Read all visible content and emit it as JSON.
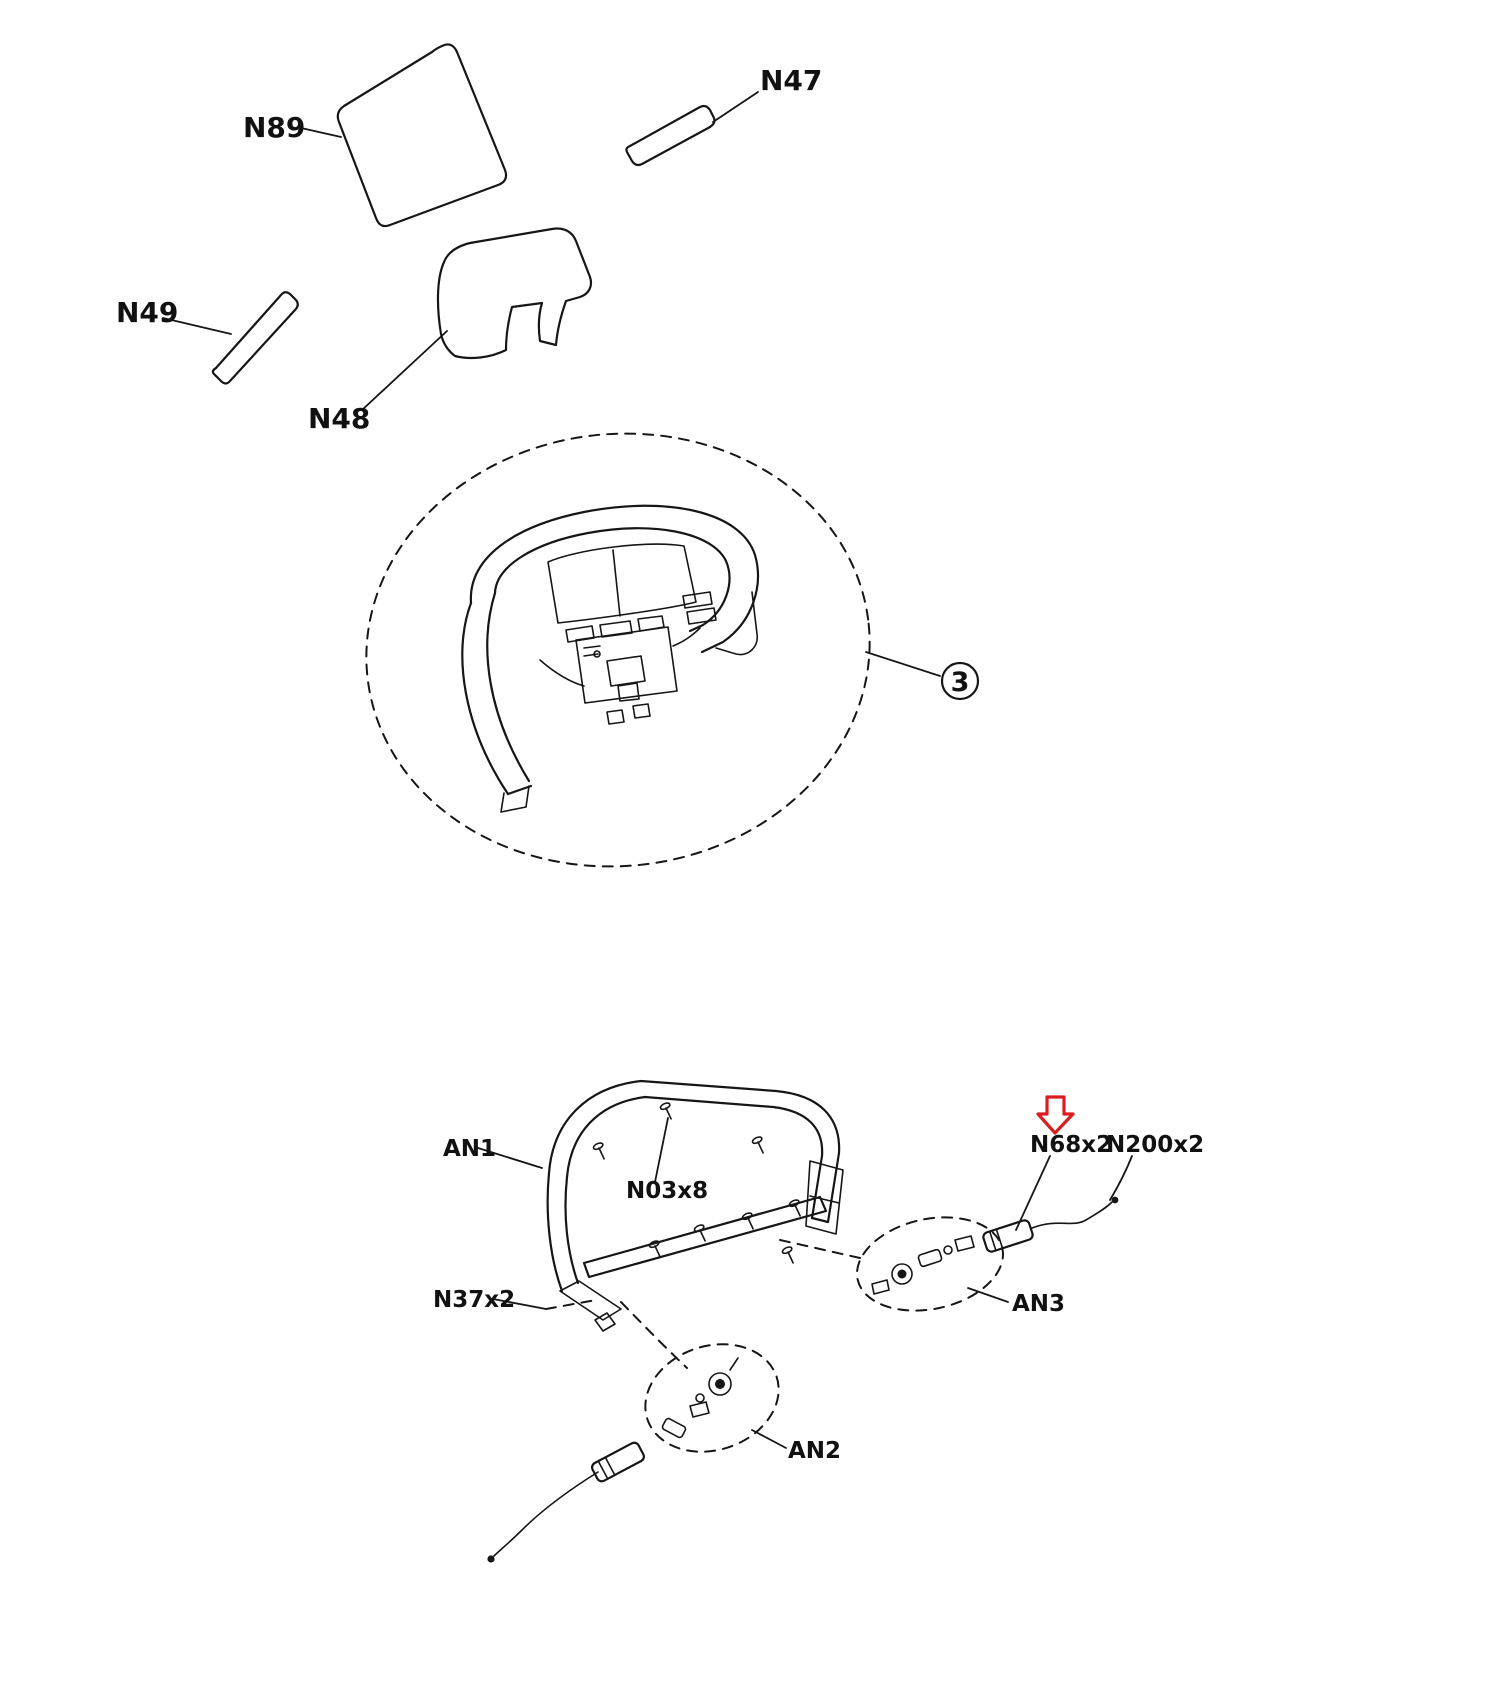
{
  "colors": {
    "background": "#ffffff",
    "line": "#161616",
    "highlight_arrow": "#d81e1e"
  },
  "labels": {
    "n89": "N89",
    "n47": "N47",
    "n49": "N49",
    "n48": "N48",
    "assembly_3": "3",
    "an1": "AN1",
    "n03": "N03x8",
    "n37": "N37x2",
    "n68": "N68x2",
    "n200": "N200x2",
    "an3": "AN3",
    "an2": "AN2"
  },
  "highlight": {
    "type": "red-outline-arrow",
    "points_to": "N68x2"
  }
}
